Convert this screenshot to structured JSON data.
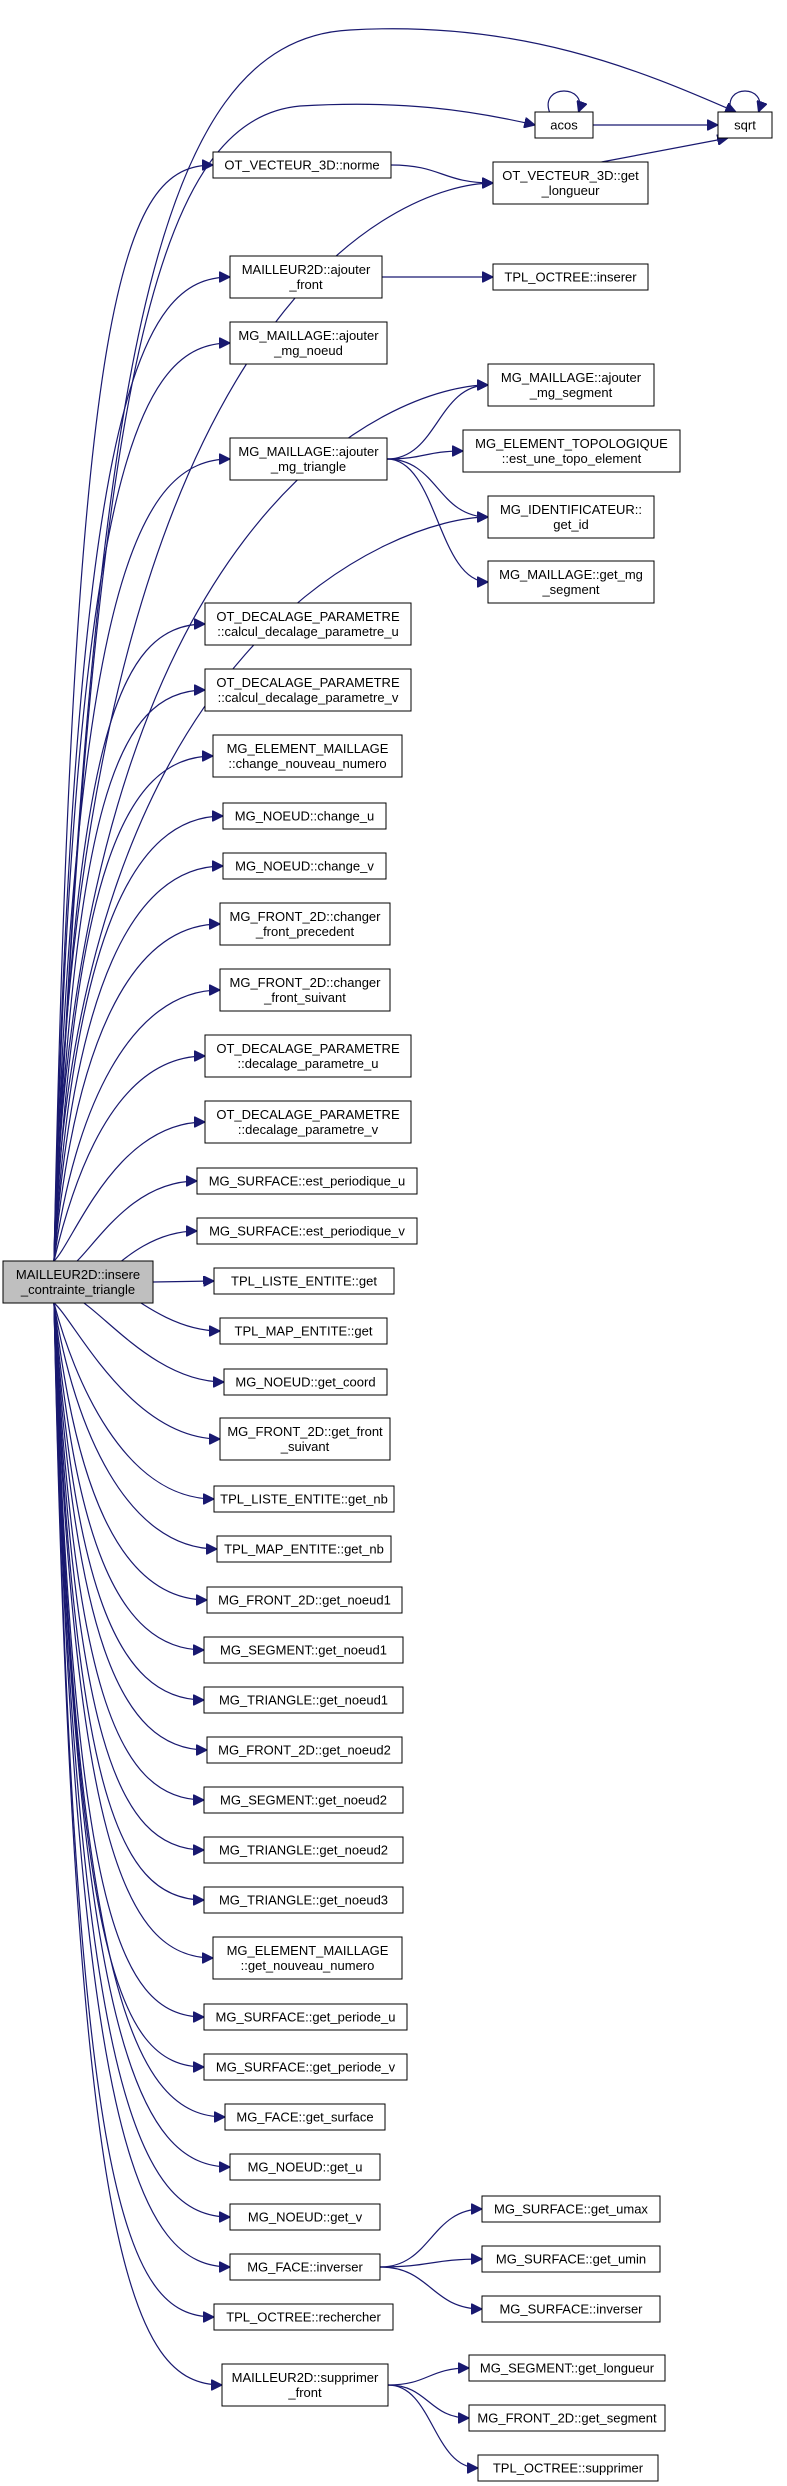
{
  "nodes": [
    {
      "id": "root",
      "lines": [
        "MAILLEUR2D::insere",
        "_contrainte_triangle"
      ],
      "root": true
    },
    {
      "id": "sqrt",
      "lines": [
        "sqrt"
      ]
    },
    {
      "id": "acos",
      "lines": [
        "acos"
      ]
    },
    {
      "id": "norme",
      "lines": [
        "OT_VECTEUR_3D::norme"
      ]
    },
    {
      "id": "get_longueur",
      "lines": [
        "OT_VECTEUR_3D::get",
        "_longueur"
      ]
    },
    {
      "id": "ajouter_front",
      "lines": [
        "MAILLEUR2D::ajouter",
        "_front"
      ]
    },
    {
      "id": "octree_inserer",
      "lines": [
        "TPL_OCTREE::inserer"
      ]
    },
    {
      "id": "ajouter_mg_noeud",
      "lines": [
        "MG_MAILLAGE::ajouter",
        "_mg_noeud"
      ]
    },
    {
      "id": "ajouter_mg_segment",
      "lines": [
        "MG_MAILLAGE::ajouter",
        "_mg_segment"
      ]
    },
    {
      "id": "ajouter_mg_triangle",
      "lines": [
        "MG_MAILLAGE::ajouter",
        "_mg_triangle"
      ]
    },
    {
      "id": "est_une_topo",
      "lines": [
        "MG_ELEMENT_TOPOLOGIQUE",
        "::est_une_topo_element"
      ]
    },
    {
      "id": "get_id",
      "lines": [
        "MG_IDENTIFICATEUR::",
        "get_id"
      ]
    },
    {
      "id": "get_mg_segment",
      "lines": [
        "MG_MAILLAGE::get_mg",
        "_segment"
      ]
    },
    {
      "id": "calcul_u",
      "lines": [
        "OT_DECALAGE_PARAMETRE",
        "::calcul_decalage_parametre_u"
      ]
    },
    {
      "id": "calcul_v",
      "lines": [
        "OT_DECALAGE_PARAMETRE",
        "::calcul_decalage_parametre_v"
      ]
    },
    {
      "id": "change_nouveau",
      "lines": [
        "MG_ELEMENT_MAILLAGE",
        "::change_nouveau_numero"
      ]
    },
    {
      "id": "change_u",
      "lines": [
        "MG_NOEUD::change_u"
      ]
    },
    {
      "id": "change_v",
      "lines": [
        "MG_NOEUD::change_v"
      ]
    },
    {
      "id": "changer_prec",
      "lines": [
        "MG_FRONT_2D::changer",
        "_front_precedent"
      ]
    },
    {
      "id": "changer_suiv",
      "lines": [
        "MG_FRONT_2D::changer",
        "_front_suivant"
      ]
    },
    {
      "id": "decalage_u",
      "lines": [
        "OT_DECALAGE_PARAMETRE",
        "::decalage_parametre_u"
      ]
    },
    {
      "id": "decalage_v",
      "lines": [
        "OT_DECALAGE_PARAMETRE",
        "::decalage_parametre_v"
      ]
    },
    {
      "id": "est_per_u",
      "lines": [
        "MG_SURFACE::est_periodique_u"
      ]
    },
    {
      "id": "est_per_v",
      "lines": [
        "MG_SURFACE::est_periodique_v"
      ]
    },
    {
      "id": "liste_get",
      "lines": [
        "TPL_LISTE_ENTITE::get"
      ]
    },
    {
      "id": "map_get",
      "lines": [
        "TPL_MAP_ENTITE::get"
      ]
    },
    {
      "id": "get_coord",
      "lines": [
        "MG_NOEUD::get_coord"
      ]
    },
    {
      "id": "get_front_suivant",
      "lines": [
        "MG_FRONT_2D::get_front",
        "_suivant"
      ]
    },
    {
      "id": "liste_get_nb",
      "lines": [
        "TPL_LISTE_ENTITE::get_nb"
      ]
    },
    {
      "id": "map_get_nb",
      "lines": [
        "TPL_MAP_ENTITE::get_nb"
      ]
    },
    {
      "id": "front_noeud1",
      "lines": [
        "MG_FRONT_2D::get_noeud1"
      ]
    },
    {
      "id": "seg_noeud1",
      "lines": [
        "MG_SEGMENT::get_noeud1"
      ]
    },
    {
      "id": "tri_noeud1",
      "lines": [
        "MG_TRIANGLE::get_noeud1"
      ]
    },
    {
      "id": "front_noeud2",
      "lines": [
        "MG_FRONT_2D::get_noeud2"
      ]
    },
    {
      "id": "seg_noeud2",
      "lines": [
        "MG_SEGMENT::get_noeud2"
      ]
    },
    {
      "id": "tri_noeud2",
      "lines": [
        "MG_TRIANGLE::get_noeud2"
      ]
    },
    {
      "id": "tri_noeud3",
      "lines": [
        "MG_TRIANGLE::get_noeud3"
      ]
    },
    {
      "id": "get_nouveau",
      "lines": [
        "MG_ELEMENT_MAILLAGE",
        "::get_nouveau_numero"
      ]
    },
    {
      "id": "periode_u",
      "lines": [
        "MG_SURFACE::get_periode_u"
      ]
    },
    {
      "id": "periode_v",
      "lines": [
        "MG_SURFACE::get_periode_v"
      ]
    },
    {
      "id": "get_surface",
      "lines": [
        "MG_FACE::get_surface"
      ]
    },
    {
      "id": "get_u",
      "lines": [
        "MG_NOEUD::get_u"
      ]
    },
    {
      "id": "get_v",
      "lines": [
        "MG_NOEUD::get_v"
      ]
    },
    {
      "id": "inverser",
      "lines": [
        "MG_FACE::inverser"
      ]
    },
    {
      "id": "get_umax",
      "lines": [
        "MG_SURFACE::get_umax"
      ]
    },
    {
      "id": "get_umin",
      "lines": [
        "MG_SURFACE::get_umin"
      ]
    },
    {
      "id": "surf_inverser",
      "lines": [
        "MG_SURFACE::inverser"
      ]
    },
    {
      "id": "rechercher",
      "lines": [
        "TPL_OCTREE::rechercher"
      ]
    },
    {
      "id": "supprimer_front",
      "lines": [
        "MAILLEUR2D::supprimer",
        "_front"
      ]
    },
    {
      "id": "seg_longueur",
      "lines": [
        "MG_SEGMENT::get_longueur"
      ]
    },
    {
      "id": "front_segment",
      "lines": [
        "MG_FRONT_2D::get_segment"
      ]
    },
    {
      "id": "octree_supprimer",
      "lines": [
        "TPL_OCTREE::supprimer"
      ]
    }
  ],
  "edges": [
    [
      "root",
      "sqrt"
    ],
    [
      "root",
      "acos"
    ],
    [
      "root",
      "norme"
    ],
    [
      "root",
      "get_longueur"
    ],
    [
      "root",
      "ajouter_front"
    ],
    [
      "root",
      "ajouter_mg_noeud"
    ],
    [
      "root",
      "ajouter_mg_segment"
    ],
    [
      "root",
      "ajouter_mg_triangle"
    ],
    [
      "root",
      "get_id"
    ],
    [
      "root",
      "calcul_u"
    ],
    [
      "root",
      "calcul_v"
    ],
    [
      "root",
      "change_nouveau"
    ],
    [
      "root",
      "change_u"
    ],
    [
      "root",
      "change_v"
    ],
    [
      "root",
      "changer_prec"
    ],
    [
      "root",
      "changer_suiv"
    ],
    [
      "root",
      "decalage_u"
    ],
    [
      "root",
      "decalage_v"
    ],
    [
      "root",
      "est_per_u"
    ],
    [
      "root",
      "est_per_v"
    ],
    [
      "root",
      "liste_get"
    ],
    [
      "root",
      "map_get"
    ],
    [
      "root",
      "get_coord"
    ],
    [
      "root",
      "get_front_suivant"
    ],
    [
      "root",
      "liste_get_nb"
    ],
    [
      "root",
      "map_get_nb"
    ],
    [
      "root",
      "front_noeud1"
    ],
    [
      "root",
      "seg_noeud1"
    ],
    [
      "root",
      "tri_noeud1"
    ],
    [
      "root",
      "front_noeud2"
    ],
    [
      "root",
      "seg_noeud2"
    ],
    [
      "root",
      "tri_noeud2"
    ],
    [
      "root",
      "tri_noeud3"
    ],
    [
      "root",
      "get_nouveau"
    ],
    [
      "root",
      "periode_u"
    ],
    [
      "root",
      "periode_v"
    ],
    [
      "root",
      "get_surface"
    ],
    [
      "root",
      "get_u"
    ],
    [
      "root",
      "get_v"
    ],
    [
      "root",
      "inverser"
    ],
    [
      "root",
      "rechercher"
    ],
    [
      "root",
      "supprimer_front"
    ],
    [
      "acos",
      "sqrt"
    ],
    [
      "acos",
      "acos"
    ],
    [
      "sqrt",
      "sqrt"
    ],
    [
      "norme",
      "get_longueur"
    ],
    [
      "get_longueur",
      "sqrt"
    ],
    [
      "ajouter_front",
      "octree_inserer"
    ],
    [
      "ajouter_mg_triangle",
      "ajouter_mg_segment"
    ],
    [
      "ajouter_mg_triangle",
      "est_une_topo"
    ],
    [
      "ajouter_mg_triangle",
      "get_id"
    ],
    [
      "ajouter_mg_triangle",
      "get_mg_segment"
    ],
    [
      "inverser",
      "get_umax"
    ],
    [
      "inverser",
      "get_umin"
    ],
    [
      "inverser",
      "surf_inverser"
    ],
    [
      "supprimer_front",
      "seg_longueur"
    ],
    [
      "supprimer_front",
      "front_segment"
    ],
    [
      "supprimer_front",
      "octree_supprimer"
    ]
  ]
}
